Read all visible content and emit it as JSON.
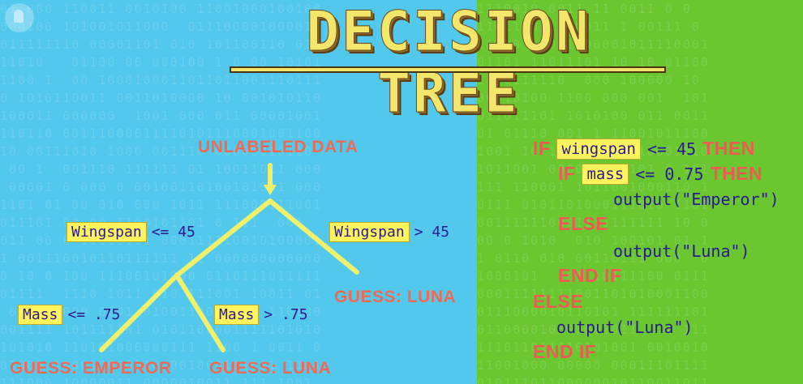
{
  "title": "DECISION TREE",
  "tree": {
    "root_label": "UNLABELED DATA",
    "left_condition": {
      "variable": "Wingspan",
      "operator": "<= 45"
    },
    "right_condition": {
      "variable": "Wingspan",
      "operator": "> 45"
    },
    "right_leaf": "GUESS: LUNA",
    "sub_left_condition": {
      "variable": "Mass",
      "operator": "<= .75"
    },
    "sub_right_condition": {
      "variable": "Mass",
      "operator": "> .75"
    },
    "sub_left_leaf": "GUESS: EMPEROR",
    "sub_right_leaf": "GUESS: LUNA"
  },
  "code": {
    "line1": {
      "kw_if": "IF",
      "var": "wingspan",
      "op": "<= 45",
      "kw_then": "THEN"
    },
    "line2": {
      "kw_if": "IF",
      "var": "mass",
      "op": "<= 0.75",
      "kw_then": "THEN"
    },
    "line3": "output(\"Emperor\")",
    "line4": "ELSE",
    "line5": "output(\"Luna\")",
    "line6": "END IF",
    "line7": "ELSE",
    "line8": "output(\"Luna\")",
    "line9": "END IF"
  },
  "colors": {
    "left_background": "#52c8ec",
    "right_background": "#6ac730",
    "highlight": "#fff45c",
    "keyword": "#ef5a52",
    "code_text": "#2b1a8c",
    "tree_lines": "#f0f06a",
    "title": "#f4e66a"
  },
  "icons": {
    "logo": "pbs-logo-icon"
  }
}
